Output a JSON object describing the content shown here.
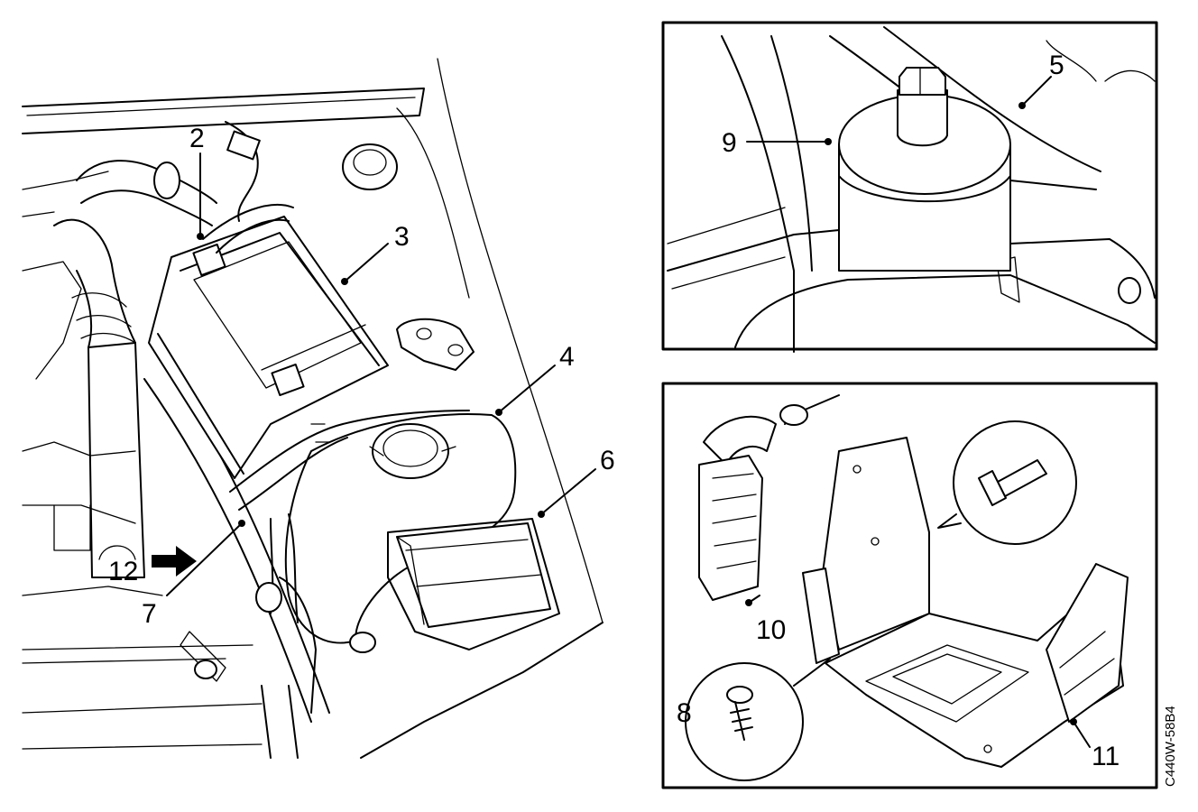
{
  "callouts": {
    "c2": "2",
    "c3": "3",
    "c4": "4",
    "c5": "5",
    "c6": "6",
    "c7": "7",
    "c8": "8",
    "c9": "9",
    "c10": "10",
    "c11": "11",
    "c12": "12"
  },
  "figure_code": "C440W-58B4",
  "colors": {
    "ink": "#000000",
    "paper": "#ffffff"
  },
  "icons": {
    "direction_arrow": "arrow-right-icon"
  }
}
